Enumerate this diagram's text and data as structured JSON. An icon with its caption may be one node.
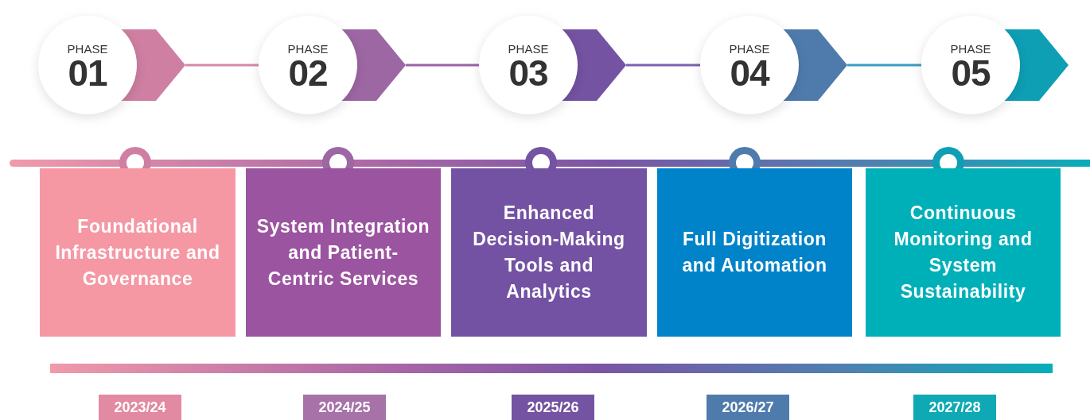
{
  "diagram": {
    "nodes": [
      {
        "text": [
          "PHASE",
          "01"
        ]
      },
      {
        "text": [],
        "shape": "chevron"
      },
      {
        "text": [
          "PHASE",
          "02"
        ]
      },
      {
        "text": [],
        "shape": "chevron"
      },
      {
        "text": [
          "PHASE",
          "03"
        ]
      },
      {
        "text": [],
        "shape": "chevron"
      },
      {
        "text": [
          "PHASE",
          "04"
        ]
      },
      {
        "text": [],
        "shape": "chevron"
      },
      {
        "text": [
          "PHASE",
          "05"
        ]
      },
      {
        "text": [],
        "shape": "chevron"
      },
      {
        "text": [
          "Foundational Infrastructure and Governance"
        ]
      },
      {
        "text": [
          "System Integration and Patient-Centric Services"
        ]
      },
      {
        "text": [
          "Enhanced Decision-Making Tools and Analytics"
        ]
      },
      {
        "text": [
          "Full Digitization and Automation"
        ]
      },
      {
        "text": [
          "Continuous Monitoring and System Sustainability"
        ]
      },
      {
        "text": [
          "2023/24"
        ]
      },
      {
        "text": [
          "2024/25"
        ]
      },
      {
        "text": [
          "2025/26"
        ]
      },
      {
        "text": [
          "2026/27"
        ]
      },
      {
        "text": [
          "2027/28"
        ]
      }
    ],
    "edges": [
      {
        "from": 1,
        "to": 2,
        "arrow": "none",
        "color": "#d687a8"
      },
      {
        "from": 3,
        "to": 4,
        "arrow": "none",
        "color": "#9b62a8"
      },
      {
        "from": 5,
        "to": 6,
        "arrow": "none",
        "color": "#7a63b0"
      },
      {
        "from": 7,
        "to": 8,
        "arrow": "none",
        "color": "#3a9ec0"
      }
    ]
  }
}
